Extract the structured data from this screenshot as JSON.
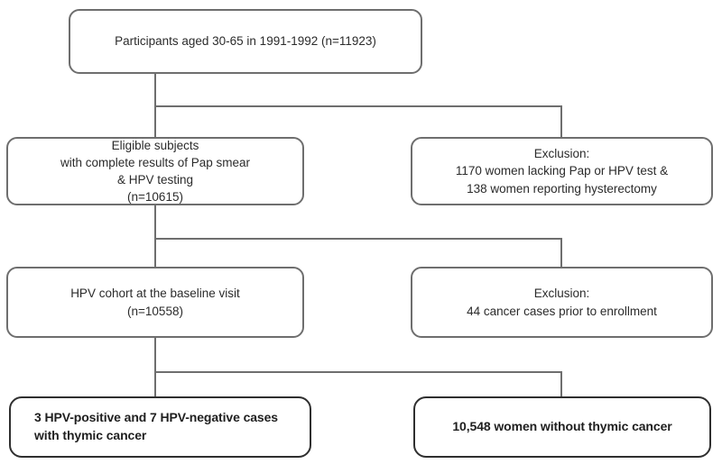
{
  "diagram": {
    "title": "Study participant flow diagram",
    "type": "flowchart",
    "theme": {
      "background": "#ffffff",
      "box_border": "#6e6e6e",
      "outcome_border": "#2f2f2f",
      "text": "#2b2b2b",
      "connector": "#6e6e6e"
    },
    "nodes": {
      "enrollment": {
        "label": "Participants aged 30-65 in 1991-1992 (n=11923)",
        "count": 11923,
        "age_range": "30-65",
        "years": "1991-1992"
      },
      "eligible": {
        "label": "Eligible subjects\nwith complete results of Pap smear\n& HPV testing\n(n=10615)",
        "count": 10615
      },
      "exclusion_1": {
        "label": "Exclusion:\n1170 women lacking Pap or HPV test &\n138 women reporting hysterectomy",
        "counts": [
          1170,
          138
        ]
      },
      "cohort": {
        "label": "HPV cohort at the baseline visit\n(n=10558)",
        "count": 10558
      },
      "exclusion_2": {
        "label": "Exclusion:\n44 cancer cases prior to enrollment",
        "counts": [
          44
        ]
      },
      "cases": {
        "label": "3 HPV-positive and 7 HPV-negative cases\nwith thymic cancer",
        "hpv_positive": 3,
        "hpv_negative": 7
      },
      "non_cases": {
        "label": "10,548 women without thymic cancer",
        "count": 10548
      }
    }
  }
}
